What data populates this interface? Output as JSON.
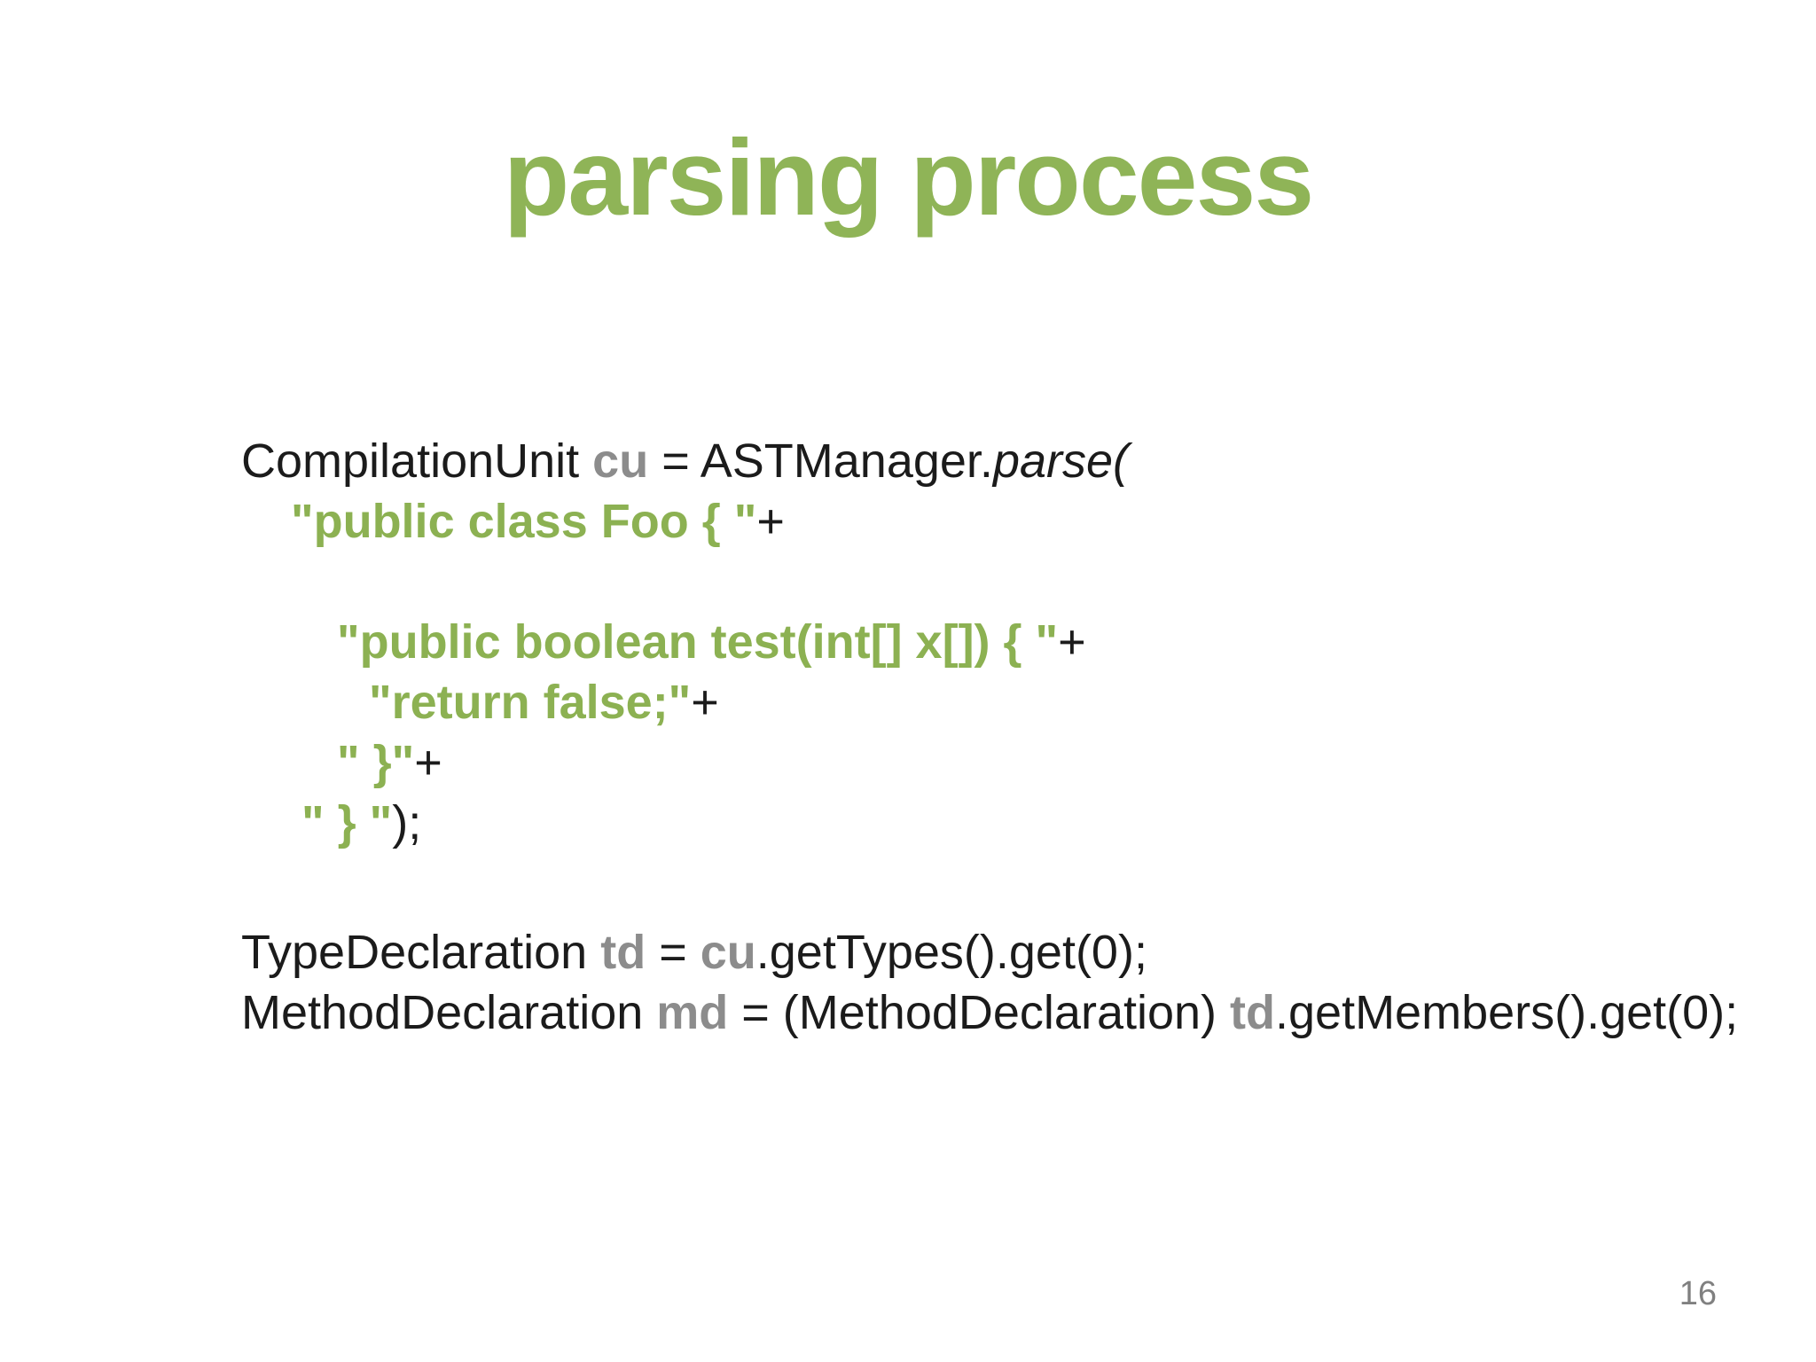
{
  "slide": {
    "title": "parsing process",
    "page_number": "16"
  },
  "colors": {
    "title_green": "#8FB457",
    "code_string_green": "#8CB152",
    "variable_gray": "#8C8C8C",
    "code_black": "#1B1B1B",
    "page_number_gray": "#808080",
    "background": "#FFFFFF"
  },
  "code": {
    "lines": [
      {
        "segments": [
          {
            "t": "CompilationUnit "
          },
          {
            "t": "cu"
          },
          {
            "t": " = ASTManager."
          },
          {
            "t": "parse("
          }
        ]
      },
      {
        "segments": [
          {
            "t": "\"public class Foo { \""
          },
          {
            "t": "+"
          }
        ]
      },
      {
        "segments": []
      },
      {
        "segments": [
          {
            "t": "\"public boolean test(int[] x[]) { \""
          },
          {
            "t": "+"
          }
        ]
      },
      {
        "segments": [
          {
            "t": "\"return false;\""
          },
          {
            "t": "+"
          }
        ]
      },
      {
        "segments": [
          {
            "t": "\" }\""
          },
          {
            "t": "+"
          }
        ]
      },
      {
        "segments": [
          {
            "t": "\" } \""
          },
          {
            "t": ");"
          }
        ]
      },
      {
        "segments": []
      },
      {
        "segments": [
          {
            "t": "TypeDeclaration "
          },
          {
            "t": "td"
          },
          {
            "t": " = "
          },
          {
            "t": "cu"
          },
          {
            "t": ".getTypes().get(0);"
          }
        ]
      },
      {
        "segments": [
          {
            "t": "MethodDeclaration "
          },
          {
            "t": "md"
          },
          {
            "t": " = (MethodDeclaration) "
          },
          {
            "t": "td"
          },
          {
            "t": ".getMembers().get(0);"
          }
        ]
      }
    ]
  }
}
